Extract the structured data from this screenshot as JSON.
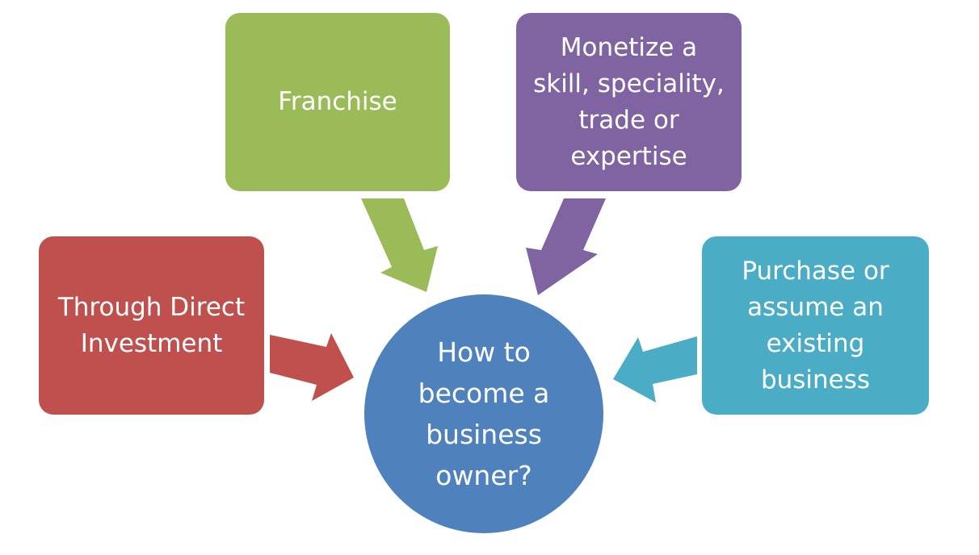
{
  "center": {
    "label": "How to\nbecome a\nbusiness\nowner?",
    "color": "#4f81bd"
  },
  "nodes": [
    {
      "id": "direct",
      "label": "Through Direct\nInvestment",
      "color": "#c0504d"
    },
    {
      "id": "franchise",
      "label": "Franchise",
      "color": "#9bbb59"
    },
    {
      "id": "monetize",
      "label": "Monetize a\nskill, speciality,\ntrade or\nexpertise",
      "color": "#8064a2"
    },
    {
      "id": "purchase",
      "label": "Purchase or\nassume an\nexisting\nbusiness",
      "color": "#4bacc6"
    }
  ]
}
